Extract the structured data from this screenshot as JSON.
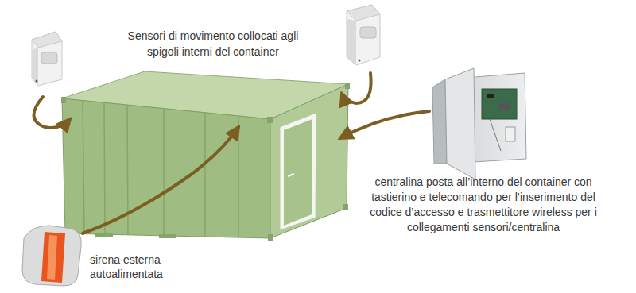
{
  "diagram": {
    "labels": [
      "Sensori di movimento collocati agli spigoli interni del container",
      "centralina posta all’interno del container con tastierino e telecomando per l’inserimento del codice d’accesso e trasmettitore wireless per i collegamenti sensori/centralina",
      "sirena esterna autoalimentata"
    ]
  }
}
